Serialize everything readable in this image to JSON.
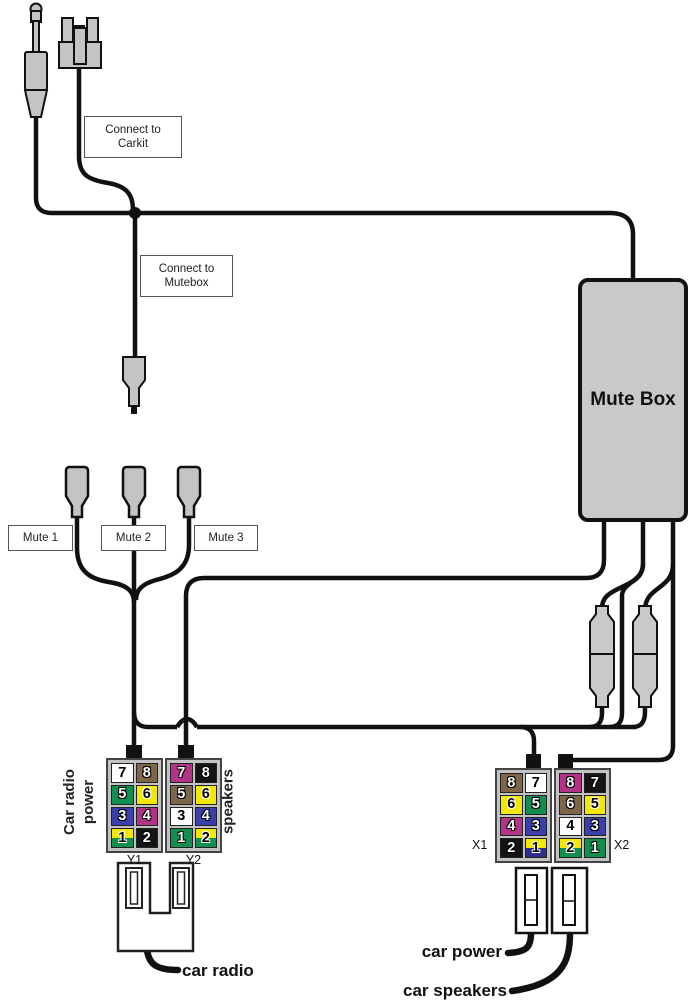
{
  "labels": {
    "connect_to_carkit_line1": "Connect to",
    "connect_to_carkit_line2": "Carkit",
    "connect_to_mutebox_line1": "Connect to",
    "connect_to_mutebox_line2": "Mutebox",
    "mute_box": "Mute Box",
    "mute1": "Mute 1",
    "mute2": "Mute 2",
    "mute3": "Mute 3",
    "car_radio_power_line1": "Car radio",
    "car_radio_power_line2": "power",
    "speakers": "speakers",
    "car_radio": "car radio",
    "car_power": "car power",
    "car_speakers": "car speakers"
  },
  "colors": {
    "wire": "#111111",
    "connector_gray": "#c4c4c4",
    "pin_white": "#ffffff",
    "pin_brown": "#7d6748",
    "pin_green": "#118f4e",
    "pin_yellow": "#f2e800",
    "pin_blue": "#3b3fae",
    "pin_magenta": "#b23387",
    "pin_black": "#141414",
    "pin_navy": "#2e2e8f"
  },
  "connectors": {
    "y1": {
      "name": "Y1",
      "pins": [
        {
          "n": "7",
          "bg": "#ffffff",
          "fg": "#000"
        },
        {
          "n": "8",
          "bg": "#7d6748",
          "fg": "#fff"
        },
        {
          "n": "5",
          "bg": "#118f4e",
          "fg": "#fff"
        },
        {
          "n": "6",
          "bg": "#f2e800",
          "fg": "#000"
        },
        {
          "n": "3",
          "bg": "#3b3fae",
          "fg": "#fff"
        },
        {
          "n": "4",
          "bg": "#b23387",
          "fg": "#fff"
        },
        {
          "n": "1",
          "bg": "linear-gradient(180deg,#f2e800 0 50%,#118f4e 50% 100%)",
          "fg": "#000"
        },
        {
          "n": "2",
          "bg": "#141414",
          "fg": "#fff"
        }
      ]
    },
    "y2": {
      "name": "Y2",
      "pins": [
        {
          "n": "7",
          "bg": "#b23387",
          "fg": "#fff"
        },
        {
          "n": "8",
          "bg": "#141414",
          "fg": "#fff"
        },
        {
          "n": "5",
          "bg": "#7d6748",
          "fg": "#fff"
        },
        {
          "n": "6",
          "bg": "#f2e800",
          "fg": "#000"
        },
        {
          "n": "3",
          "bg": "#ffffff",
          "fg": "#000"
        },
        {
          "n": "4",
          "bg": "#3b3fae",
          "fg": "#fff"
        },
        {
          "n": "1",
          "bg": "#118f4e",
          "fg": "#fff"
        },
        {
          "n": "2",
          "bg": "linear-gradient(180deg,#f2e800 0 50%,#118f4e 50% 100%)",
          "fg": "#000"
        }
      ]
    },
    "x1": {
      "name": "X1",
      "pins": [
        {
          "n": "8",
          "bg": "#7d6748",
          "fg": "#fff"
        },
        {
          "n": "7",
          "bg": "#ffffff",
          "fg": "#000"
        },
        {
          "n": "6",
          "bg": "#f2e800",
          "fg": "#000"
        },
        {
          "n": "5",
          "bg": "#118f4e",
          "fg": "#fff"
        },
        {
          "n": "4",
          "bg": "#b23387",
          "fg": "#fff"
        },
        {
          "n": "3",
          "bg": "#3b3fae",
          "fg": "#fff"
        },
        {
          "n": "2",
          "bg": "#141414",
          "fg": "#fff"
        },
        {
          "n": "1",
          "bg": "linear-gradient(180deg,#f2e800 0 50%,#2e2e8f 50% 100%)",
          "fg": "#000"
        }
      ]
    },
    "x2": {
      "name": "X2",
      "pins": [
        {
          "n": "8",
          "bg": "#b23387",
          "fg": "#fff"
        },
        {
          "n": "7",
          "bg": "#141414",
          "fg": "#fff"
        },
        {
          "n": "6",
          "bg": "#7d6748",
          "fg": "#fff"
        },
        {
          "n": "5",
          "bg": "#f2e800",
          "fg": "#000"
        },
        {
          "n": "4",
          "bg": "#ffffff",
          "fg": "#000"
        },
        {
          "n": "3",
          "bg": "#3b3fae",
          "fg": "#fff"
        },
        {
          "n": "2",
          "bg": "linear-gradient(180deg,#f2e800 0 50%,#118f4e 50% 100%)",
          "fg": "#000"
        },
        {
          "n": "1",
          "bg": "#118f4e",
          "fg": "#fff"
        }
      ]
    }
  }
}
